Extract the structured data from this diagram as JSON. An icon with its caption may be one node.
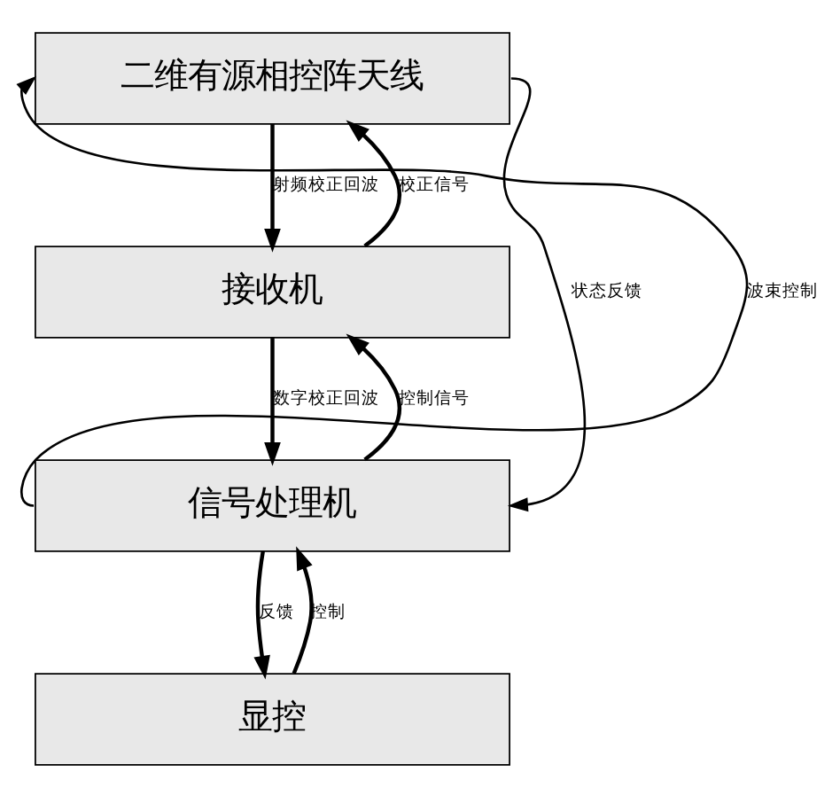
{
  "diagram": {
    "nodes": [
      {
        "text": [
          "二维有源相控阵天线"
        ]
      },
      {
        "text": [
          "接收机"
        ]
      },
      {
        "text": [
          "信号处理机"
        ]
      },
      {
        "text": [
          "显控"
        ]
      }
    ],
    "edges": [
      {
        "from": 1,
        "to": 0,
        "arrow": "to",
        "label": "校正信号"
      },
      {
        "from": 0,
        "to": 1,
        "arrow": "to",
        "label": "射频校正回波"
      },
      {
        "from": 2,
        "to": 1,
        "arrow": "to",
        "label": "控制信号"
      },
      {
        "from": 1,
        "to": 2,
        "arrow": "to",
        "label": "数字校正回波"
      },
      {
        "from": 3,
        "to": 2,
        "arrow": "to",
        "label": "控制"
      },
      {
        "from": 2,
        "to": 3,
        "arrow": "to",
        "label": "反馈"
      },
      {
        "from": 2,
        "to": 0,
        "arrow": "to",
        "label": "波束控制"
      },
      {
        "from": 0,
        "to": 2,
        "arrow": "to",
        "label": "状态反馈"
      }
    ]
  }
}
